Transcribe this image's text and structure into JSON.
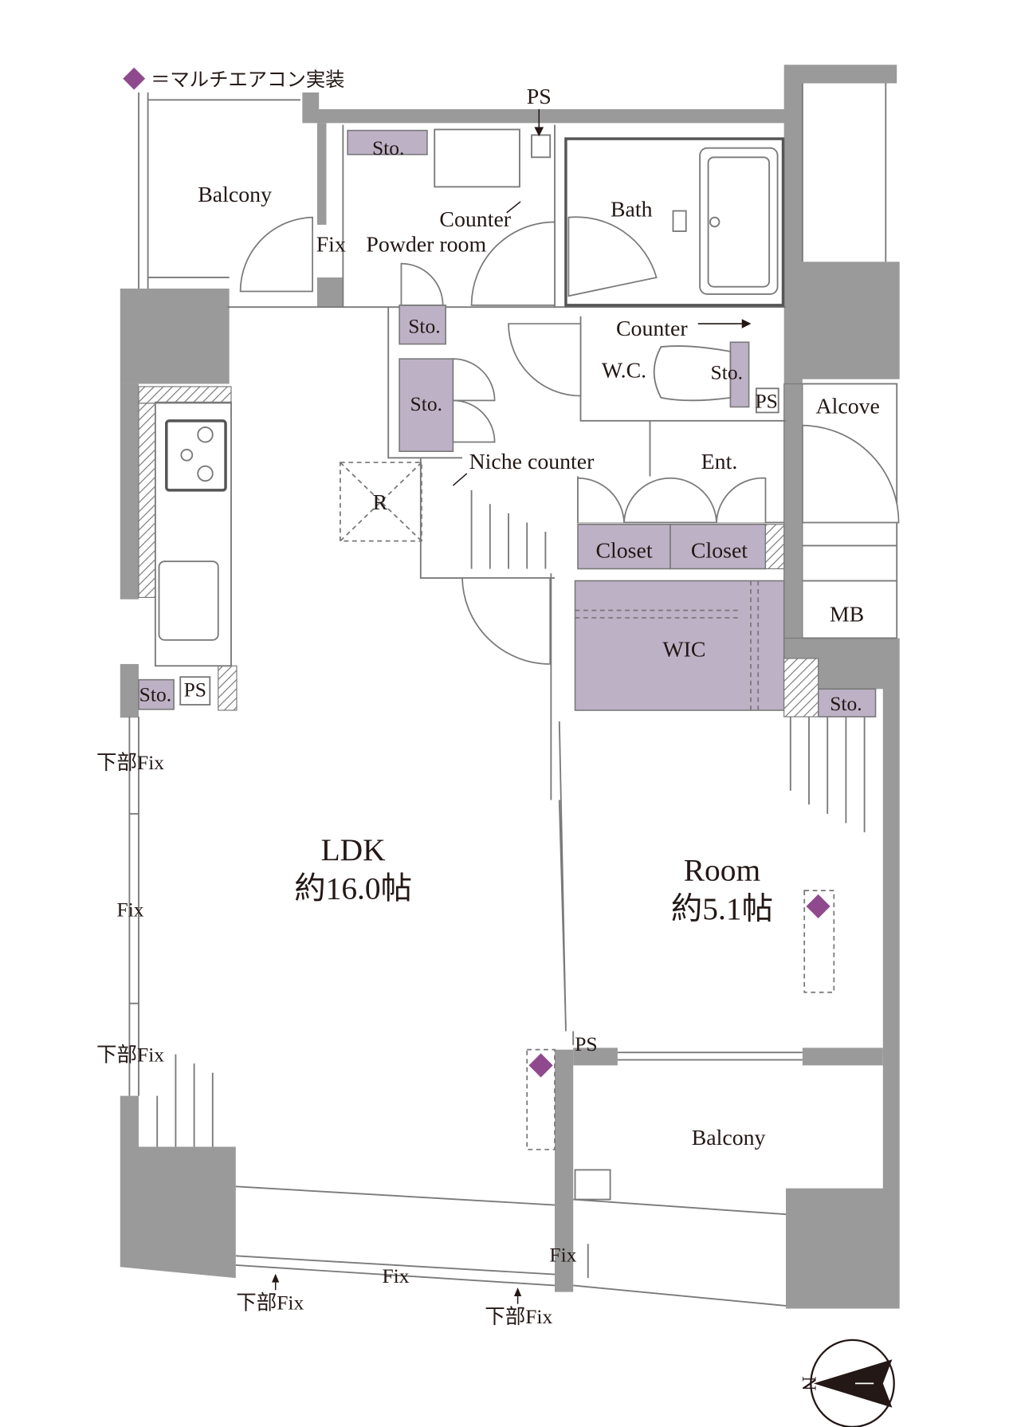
{
  "legend": {
    "text": "＝マルチエアコン実装",
    "icon": "diamond-icon",
    "color": "#8e4a8d"
  },
  "colors": {
    "wall": "#9a9a9a",
    "storage": "#bdb1c6",
    "line": "#7a7a7a"
  },
  "labels": {
    "ps_top": "PS",
    "sto_powder": "Sto.",
    "balcony_north": "Balcony",
    "counter_powder": "Counter",
    "fix_powder": "Fix",
    "powder_room": "Powder room",
    "bath": "Bath",
    "sto_hall1": "Sto.",
    "counter_wc": "Counter",
    "wc": "W.C.",
    "sto_wc": "Sto.",
    "ps_wc": "PS",
    "alcove": "Alcove",
    "sto_hall2": "Sto.",
    "niche_counter": "Niche counter",
    "entrance": "Ent.",
    "refrigerator": "R",
    "closet1": "Closet",
    "closet2": "Closet",
    "mb": "MB",
    "wic": "WIC",
    "sto_kitchen": "Sto.",
    "ps_kitchen": "PS",
    "sto_room": "Sto.",
    "lower_fix_left1": "下部Fix",
    "ldk_name": "LDK",
    "ldk_size": "約16.0帖",
    "fix_left": "Fix",
    "room_name": "Room",
    "room_size": "約5.1帖",
    "lower_fix_left2": "下部Fix",
    "ps_balcony": "PS",
    "balcony_south": "Balcony",
    "fix_mid": "Fix",
    "fix_bottom": "Fix",
    "lower_fix_bottom1": "下部Fix",
    "lower_fix_bottom2": "下部Fix",
    "north": "N"
  }
}
